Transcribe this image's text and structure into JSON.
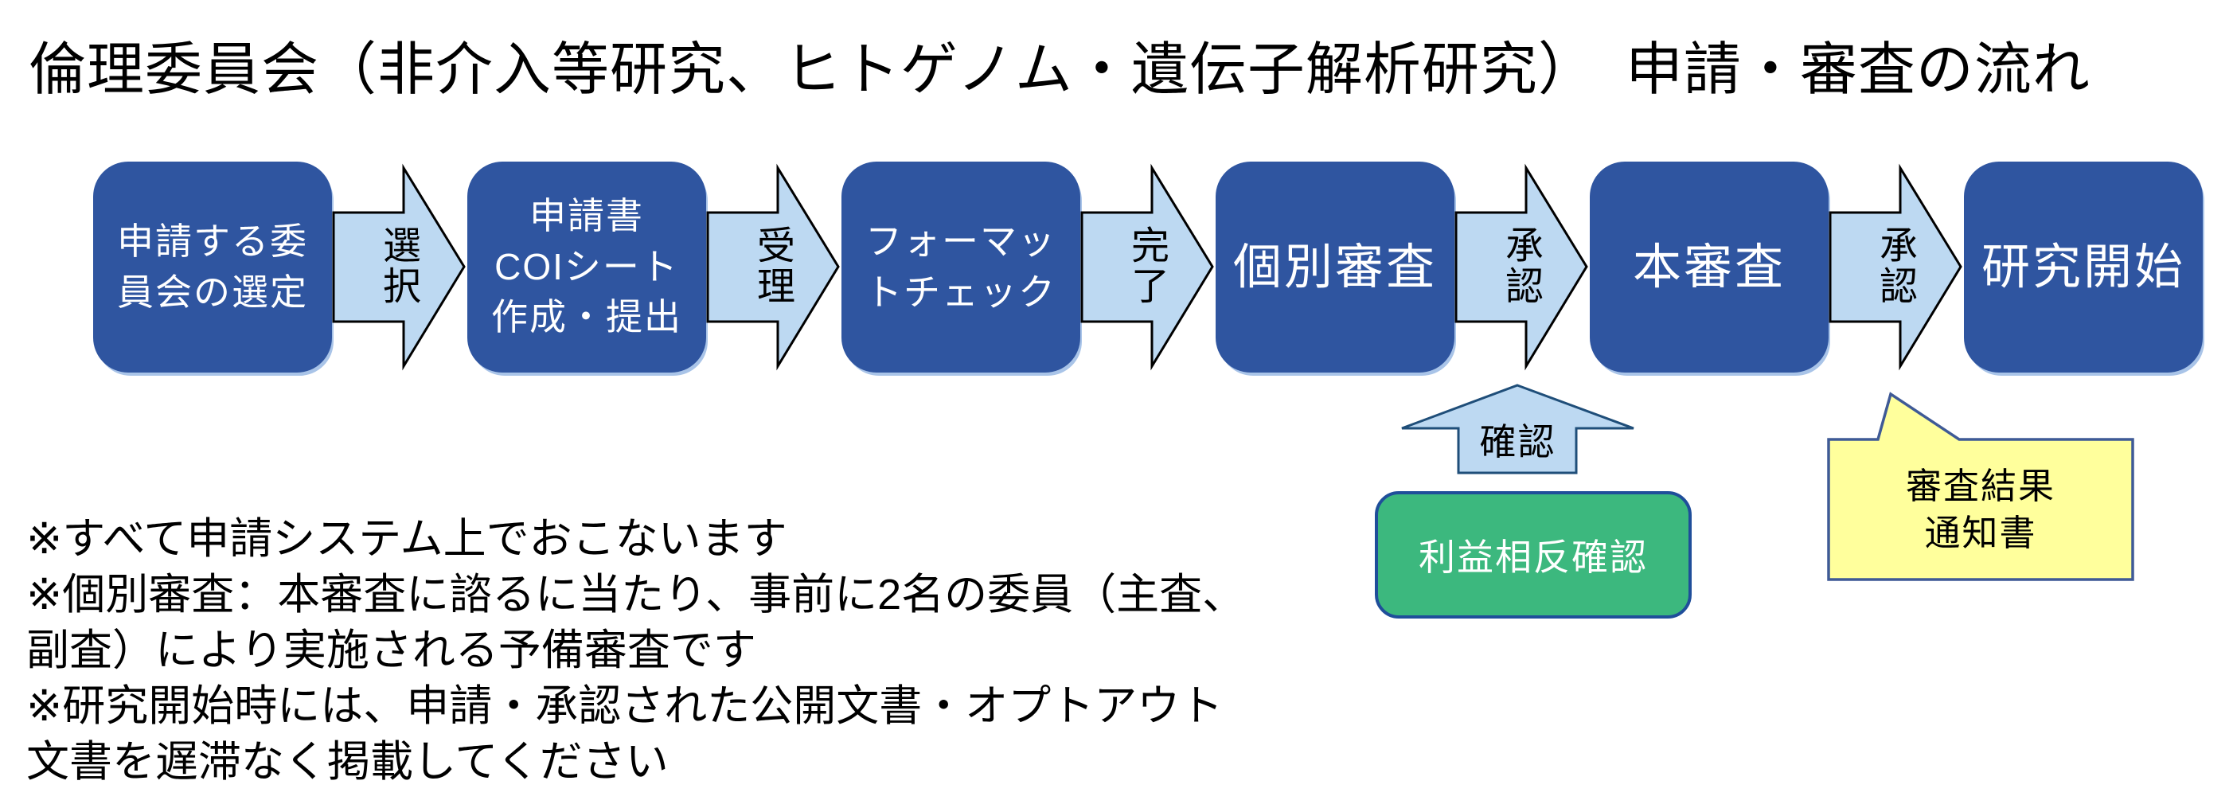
{
  "title": "倫理委員会（非介入等研究、ヒトゲノム・遺伝子解析研究）　申請・審査の流れ",
  "flow": {
    "boxes": [
      {
        "name": "select-committee",
        "label": "申請する委員会の選定",
        "lines": [
          "申請する委",
          "員会の選定"
        ]
      },
      {
        "name": "create-submit",
        "label": "申請書COIシート作成・提出",
        "lines": [
          "申請書",
          "COIシート",
          "作成・提出"
        ]
      },
      {
        "name": "format-check",
        "label": "フォーマットチェック",
        "lines": [
          "フォーマッ",
          "トチェック"
        ]
      },
      {
        "name": "individual-review",
        "label": "個別審査",
        "lines": [
          "個別審査"
        ]
      },
      {
        "name": "main-review",
        "label": "本審査",
        "lines": [
          "本審査"
        ]
      },
      {
        "name": "research-start",
        "label": "研究開始",
        "lines": [
          "研究開始"
        ]
      }
    ],
    "arrows": [
      {
        "name": "selection",
        "label": "選択",
        "chars": [
          "選",
          "択"
        ]
      },
      {
        "name": "acceptance",
        "label": "受理",
        "chars": [
          "受",
          "理"
        ]
      },
      {
        "name": "completion",
        "label": "完了",
        "chars": [
          "完",
          "了"
        ]
      },
      {
        "name": "approval-1",
        "label": "承認",
        "chars": [
          "承",
          "認"
        ]
      },
      {
        "name": "approval-2",
        "label": "承認",
        "chars": [
          "承",
          "認"
        ]
      }
    ],
    "up_arrow": {
      "label": "確認"
    },
    "coi_box": {
      "label": "利益相反確認"
    },
    "callout": {
      "label": "審査結果通知書",
      "lines": [
        "審査結果",
        "通知書"
      ]
    }
  },
  "notes": {
    "lines": [
      "※すべて申請システム上でおこないます",
      "※個別審査：本審査に諮るに当たり、事前に2名の委員（主査、",
      "副査）により実施される予備審査です",
      "※研究開始時には、申請・承認された公開文書・オプトアウト",
      "文書を遅滞なく掲載してください"
    ]
  },
  "colors": {
    "background": "#FFFFFF",
    "text": "#000000",
    "box_fill": "#2F55A0",
    "box_edge": "#A9C4E8",
    "box_text": "#FFFFFF",
    "arrow_fill": "#BDD9F2",
    "arrow_border": "#000000",
    "up_arrow_border": "#1F4E79",
    "green_fill": "#3CB87E",
    "green_border": "#1F4E9A",
    "callout_fill": "#FFFF9C",
    "callout_border": "#3F5A96"
  }
}
